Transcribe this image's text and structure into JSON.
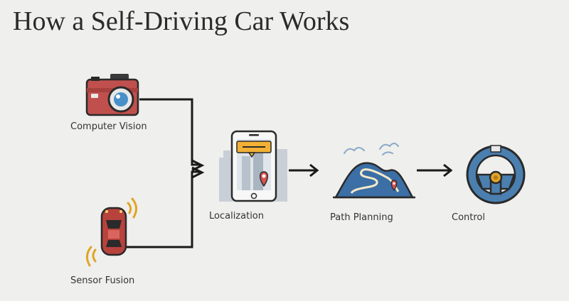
{
  "title": "How a Self-Driving Car Works",
  "nodes": {
    "computer_vision": "Computer Vision",
    "sensor_fusion": "Sensor Fusion",
    "localization": "Localization",
    "path_planning": "Path Planning",
    "control": "Control"
  },
  "colors": {
    "line": "#1a1a1a",
    "camera": "#c0504d",
    "car": "#b8423c",
    "signal": "#e0a526",
    "mountain": "#3b6fa6",
    "wheel": "#4a7fb0",
    "pin": "#d9534f",
    "sticky": "#f2b134"
  }
}
